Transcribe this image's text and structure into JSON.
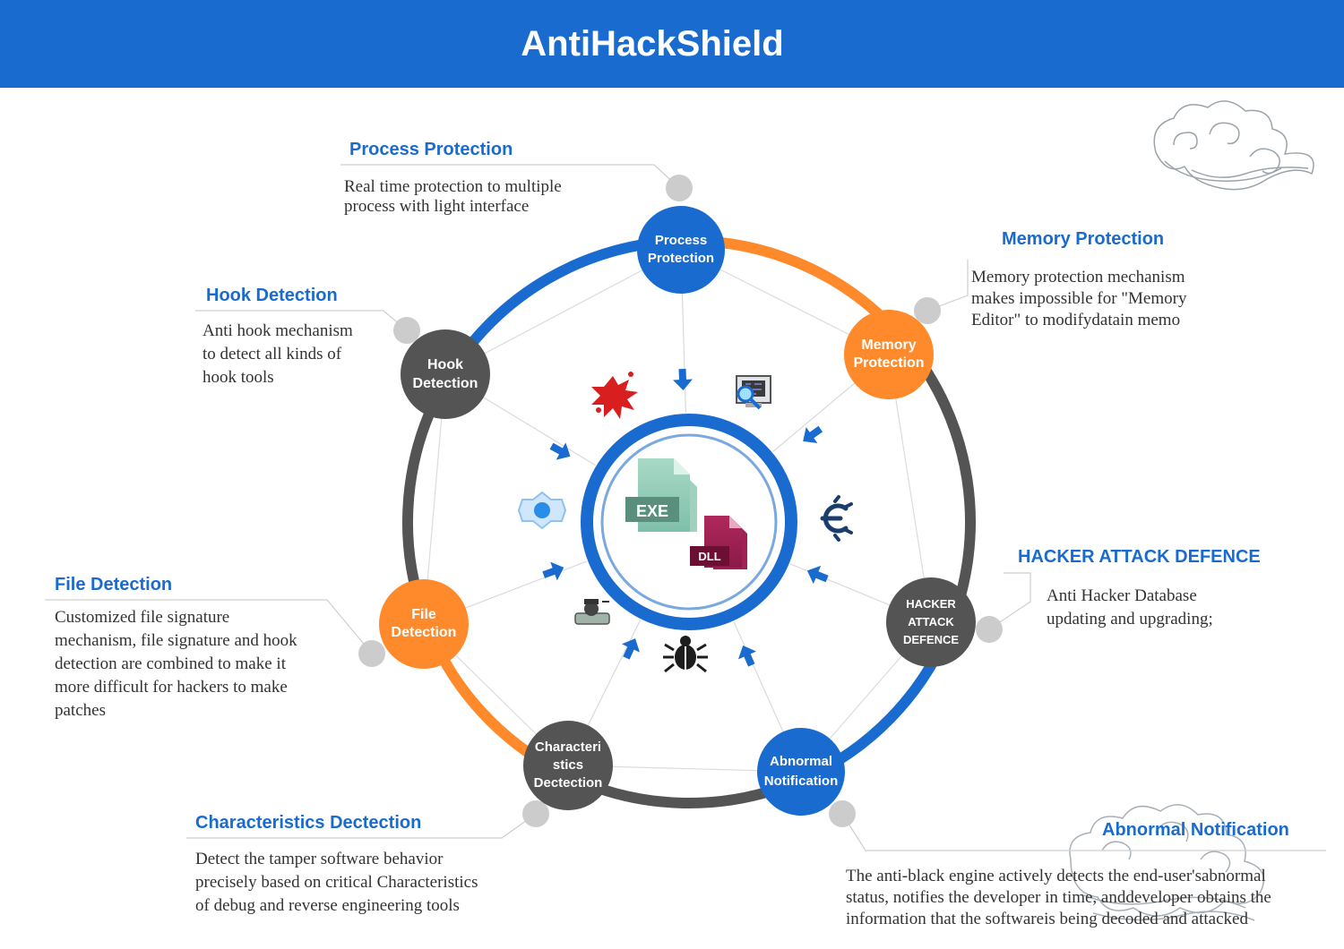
{
  "header": {
    "title": "AntiHackShield"
  },
  "colors": {
    "blue": "#1a6bcf",
    "orange": "#ff8a2b",
    "dark": "#545454",
    "light_gray": "#cccccc"
  },
  "center": {
    "exe_label": "EXE",
    "dll_label": "DLL",
    "icons": [
      "exe-file-icon",
      "dll-file-icon"
    ]
  },
  "nodes": [
    {
      "id": "process",
      "line1": "Process",
      "line2": "Protection"
    },
    {
      "id": "memory",
      "line1": "Memory",
      "line2": "Protection"
    },
    {
      "id": "hacker",
      "line1": "HACKER",
      "line2": "ATTACK",
      "line3": "DEFENCE"
    },
    {
      "id": "abnormal",
      "line1": "Abnormal",
      "line2": "Notification"
    },
    {
      "id": "characteristics",
      "line1": "Characteri",
      "line2": "stics",
      "line3": "Dectection"
    },
    {
      "id": "file",
      "line1": "File",
      "line2": "Detection"
    },
    {
      "id": "hook",
      "line1": "Hook",
      "line2": "Detection"
    }
  ],
  "features": {
    "process": {
      "title": "Process Protection",
      "desc_lines": [
        "Real time protection to multiple",
        "process with light interface"
      ]
    },
    "memory": {
      "title": "Memory Protection",
      "desc_lines": [
        "Memory protection mechanism",
        "makes impossible for \"Memory",
        "Editor\" to modifydatain memo"
      ]
    },
    "hook": {
      "title": "Hook Detection",
      "desc_lines": [
        "Anti hook mechanism",
        "to detect all kinds of",
        "hook tools"
      ]
    },
    "hacker": {
      "title": "HACKER ATTACK DEFENCE",
      "desc_lines": [
        "Anti Hacker Database",
        "updating and upgrading;"
      ]
    },
    "file": {
      "title": "File Detection",
      "desc_lines": [
        "Customized file signature",
        "mechanism, file signature and hook",
        "detection are combined to make it",
        "more difficult for hackers to make",
        "patches"
      ]
    },
    "characteristics": {
      "title": "Characteristics Dectection",
      "desc_lines": [
        "Detect the tamper software behavior",
        "precisely based on critical Characteristics",
        "of debug and reverse engineering tools"
      ]
    },
    "abnormal": {
      "title": "Abnormal Notification",
      "desc_lines": [
        "The anti-black engine actively detects the end-user'sabnormal",
        "status, notifies the developer in time, anddeveloper obtains the",
        "information that the softwareis being decoded and attacked"
      ]
    }
  },
  "threat_icons": [
    "splat-icon",
    "monitor-scan-icon",
    "gear-ball-icon",
    "cheat-engine-icon",
    "spy-agent-icon",
    "bug-icon"
  ],
  "decorations": [
    "cloud-ornament-top-icon",
    "cloud-ornament-bottom-icon"
  ]
}
